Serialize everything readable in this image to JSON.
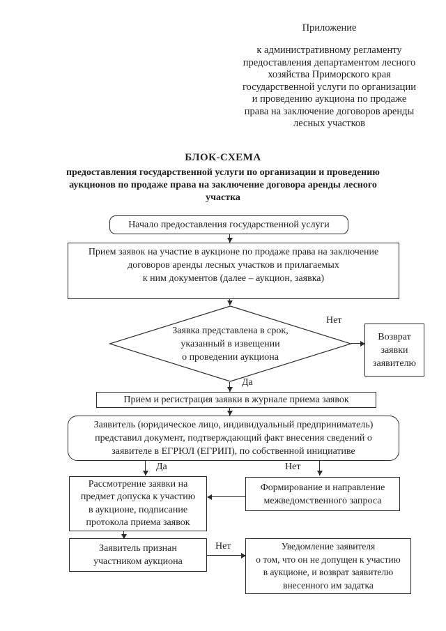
{
  "colors": {
    "ink": "#1f1f1f",
    "paper": "#ffffff"
  },
  "header": {
    "appendix": "Приложение",
    "regulation": [
      "к административному регламенту",
      "предоставления департаментом лесного",
      "хозяйства Приморского края",
      "государственной услуги по организации",
      "и проведению аукциона по продаже",
      "права на заключение договоров аренды",
      "лесных участков"
    ],
    "title": "БЛОК-СХЕМА",
    "subtitle": [
      "предоставления государственной услуги по организации и проведению",
      "аукционов по продаже права на заключение договора аренды лесного",
      "участка"
    ]
  },
  "flowchart": {
    "start": "Начало предоставления государственной услуги",
    "accept_applications": [
      "Прием заявок на участие в аукционе по продаже права на заключение",
      "договоров аренды лесных участков и прилагаемых",
      "к ним документов (далее – аукцион, заявка)"
    ],
    "deadline_check": [
      "Заявка представлена в срок,",
      "указанный в извещении",
      "о проведении аукциона"
    ],
    "return_application": [
      "Возврат",
      "заявки",
      "заявителю"
    ],
    "register": "Прием и регистрация заявки в журнале приема заявок",
    "egrul_check": [
      "Заявитель (юридическое лицо, индивидуальный предприниматель)",
      "представил документ, подтверждающий факт внесения сведений о",
      "заявителе в ЕГРЮЛ (ЕГРИП), по собственной инициативе"
    ],
    "review": [
      "Рассмотрение заявки на",
      "предмет допуска к участию",
      "в аукционе, подписание",
      "протокола приема заявок"
    ],
    "interagency_request": [
      "Формирование и направление",
      "межведомственного запроса"
    ],
    "recognized": [
      "Заявитель признан",
      "участником аукциона"
    ],
    "notification": [
      "Уведомление заявителя",
      "о том, что он не допущен к участию",
      "в аукционе, и возврат заявителю",
      "внесенного им задатка"
    ],
    "labels": {
      "yes": "Да",
      "no": "Нет"
    }
  }
}
